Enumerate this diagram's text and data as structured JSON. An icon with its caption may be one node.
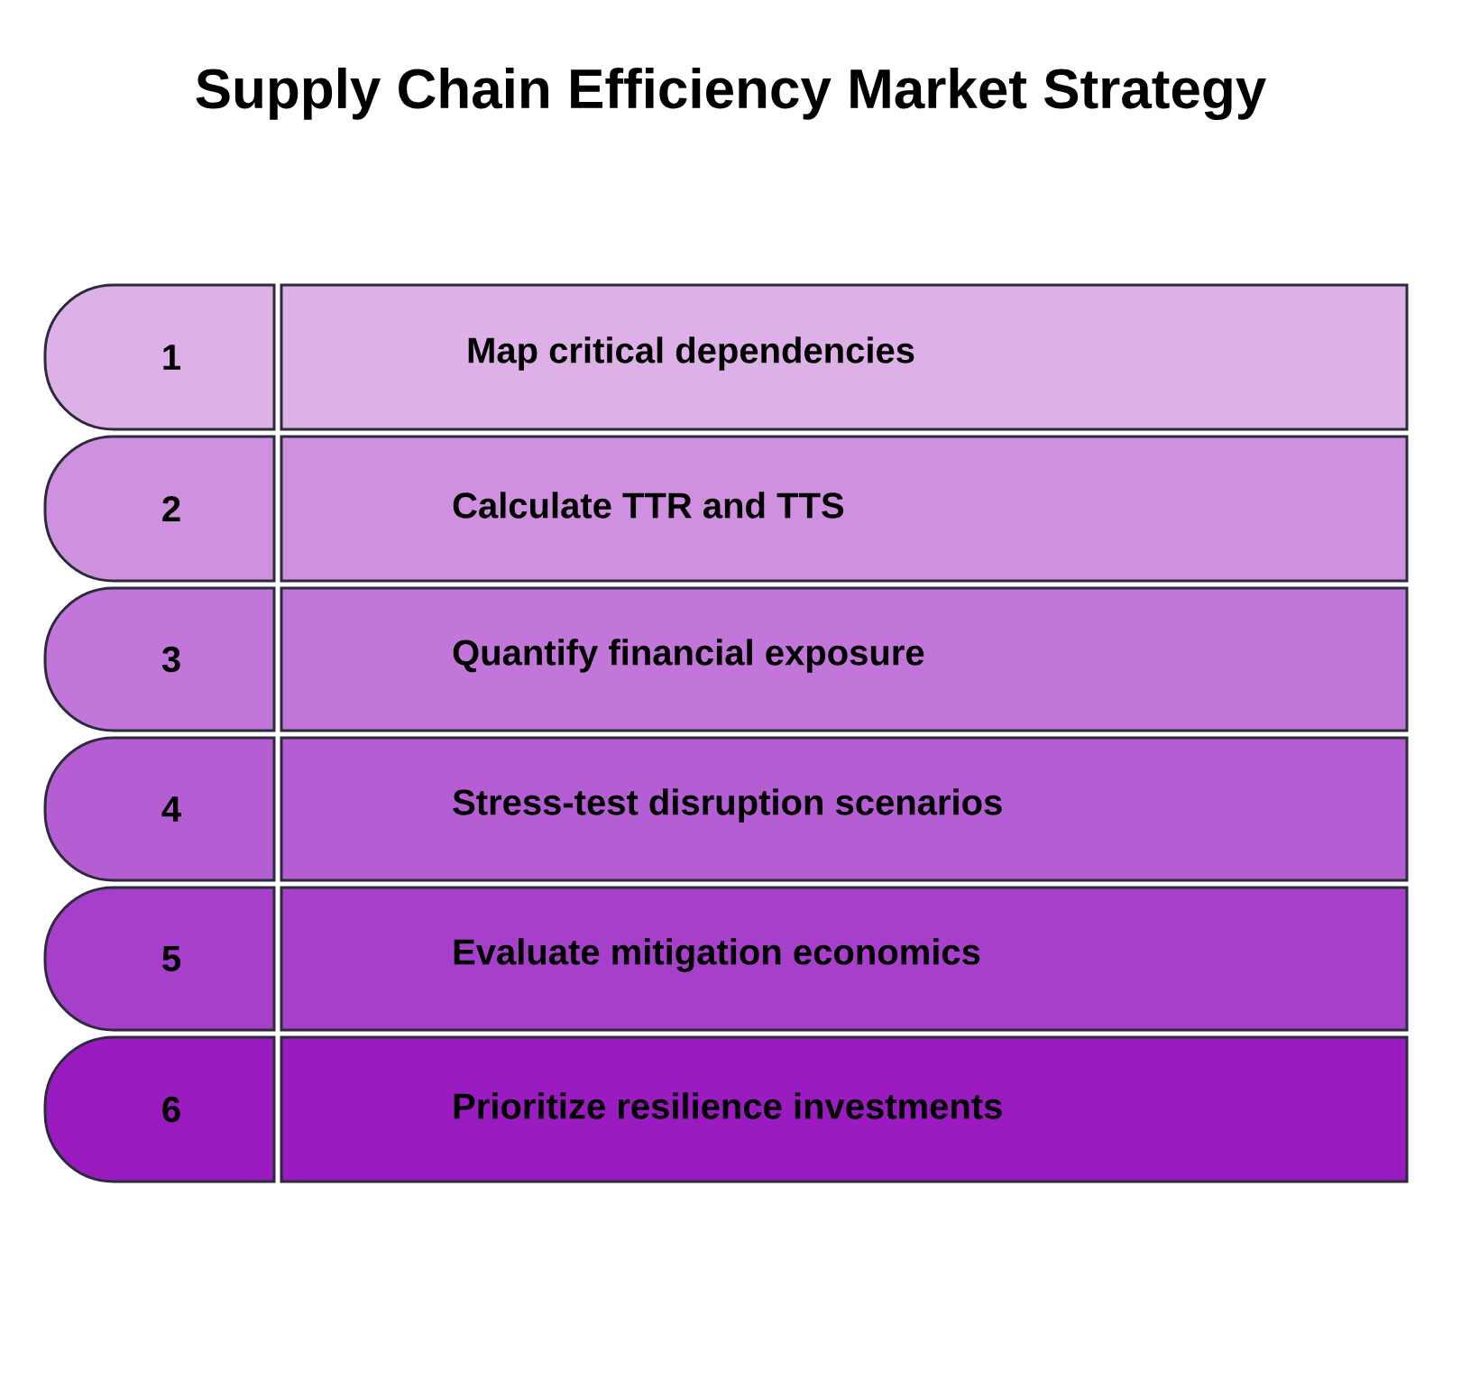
{
  "diagram": {
    "title": "Supply Chain Efficiency Market Strategy",
    "nodes": [
      {
        "text": [
          "1"
        ]
      },
      {
        "text": [
          "Map critical dependencies"
        ]
      },
      {
        "text": [
          "2"
        ]
      },
      {
        "text": [
          "Calculate TTR and TTS"
        ]
      },
      {
        "text": [
          "3"
        ]
      },
      {
        "text": [
          "Quantify financial exposure"
        ]
      },
      {
        "text": [
          "4"
        ]
      },
      {
        "text": [
          "Stress-test disruption scenarios"
        ]
      },
      {
        "text": [
          "5"
        ]
      },
      {
        "text": [
          "Evaluate mitigation economics"
        ]
      },
      {
        "text": [
          "6"
        ]
      },
      {
        "text": [
          "Prioritize resilience investments"
        ]
      }
    ]
  }
}
